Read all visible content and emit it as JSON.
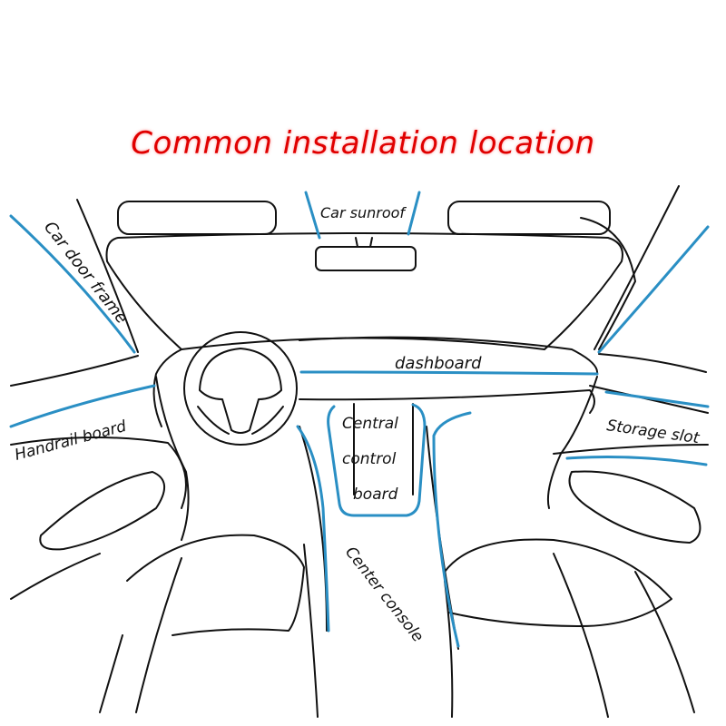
{
  "title": "Common installation location",
  "labels": {
    "sunroof": "Car sunroof",
    "door_frame": "Car door frame",
    "dashboard": "dashboard",
    "handrail": "Handrail board",
    "storage": "Storage slot",
    "central_1": "Central",
    "central_2": "control",
    "central_3": "board",
    "console": "Center console"
  },
  "colors": {
    "title": "#e00000",
    "light_strip": "#2a8fc4",
    "ink": "#111111"
  }
}
